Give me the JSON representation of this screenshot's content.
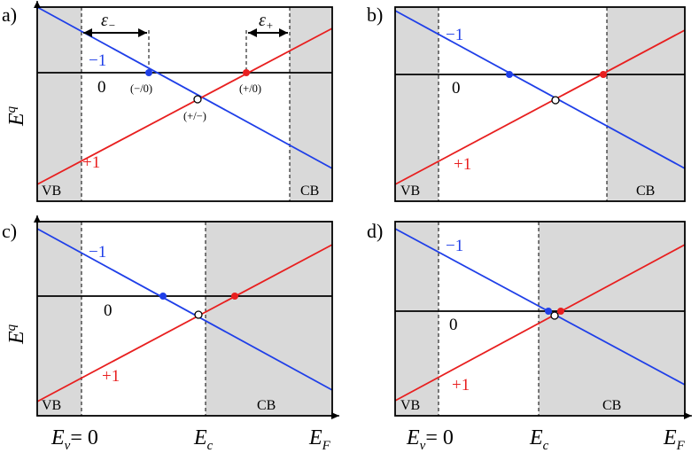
{
  "colors": {
    "minus_line": "#1f3fe8",
    "plus_line": "#e81f1f",
    "band_fill": "#d9d9d9",
    "neutral_line": "#000000"
  },
  "axes": {
    "y_label_base": "E",
    "y_label_sup": "q",
    "x_label_base": "E",
    "x_label_sub": "F",
    "ev_label_base": "E",
    "ev_label_sub": "v",
    "ev_label_tail": "= 0",
    "ec_label_base": "E",
    "ec_label_sub": "c"
  },
  "panels": [
    {
      "letter": "a)",
      "label_minus": "−1",
      "label_zero": "0",
      "label_plus": "+1",
      "label_vb": "VB",
      "label_cb": "CB",
      "annot_minus0": "(−/0)",
      "annot_plus0": "(+/0)",
      "annot_plusminus": "(+/−)",
      "eps_minus_base": "ε",
      "eps_minus_sub": "−",
      "eps_plus_base": "ε",
      "eps_plus_sub": "+"
    },
    {
      "letter": "b)",
      "label_minus": "−1",
      "label_zero": "0",
      "label_plus": "+1",
      "label_vb": "VB",
      "label_cb": "CB"
    },
    {
      "letter": "c)",
      "label_minus": "−1",
      "label_zero": "0",
      "label_plus": "+1",
      "label_vb": "VB",
      "label_cb": "CB"
    },
    {
      "letter": "d)",
      "label_minus": "−1",
      "label_zero": "0",
      "label_plus": "+1",
      "label_vb": "VB",
      "label_cb": "CB"
    }
  ]
}
